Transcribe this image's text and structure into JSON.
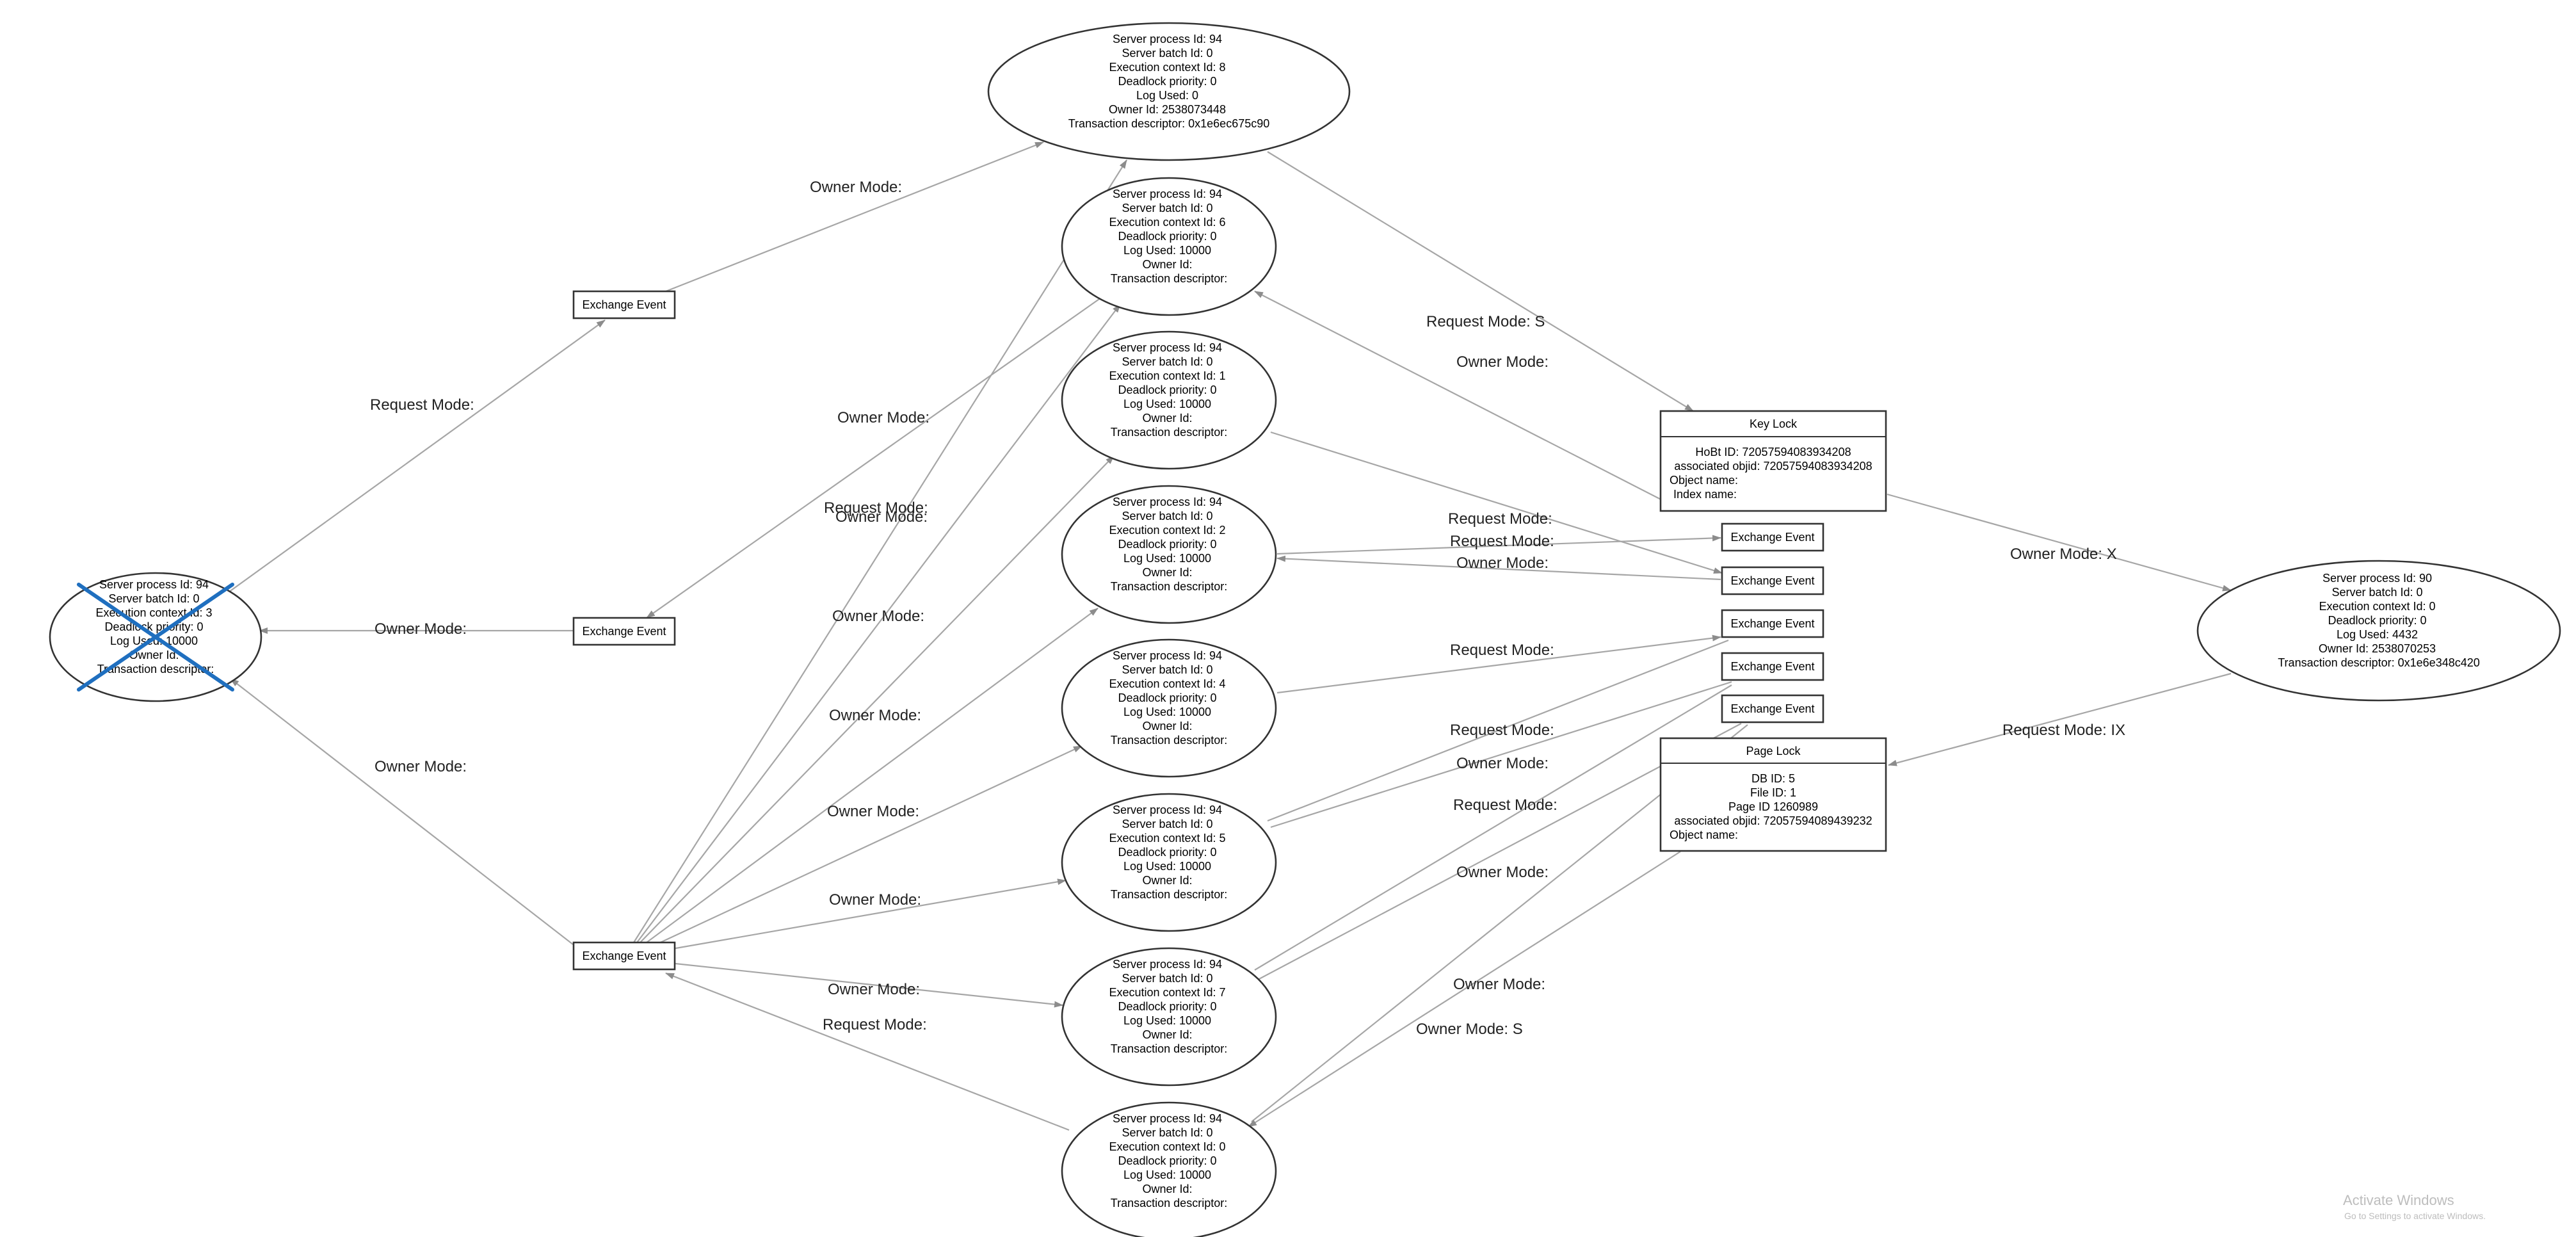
{
  "processes": [
    {
      "id": "p_ctx3",
      "victim": true,
      "lines": [
        "Server process Id: 94",
        "Server batch Id: 0",
        "Execution context Id: 3",
        "Deadlock priority: 0",
        "Log Used: 10000",
        "Owner Id:",
        "Transaction descriptor:"
      ]
    },
    {
      "id": "p_ctx8",
      "lines": [
        "Server process Id: 94",
        "Server batch Id: 0",
        "Execution context Id: 8",
        "Deadlock priority: 0",
        "Log Used: 0",
        "Owner Id: 2538073448",
        "Transaction descriptor: 0x1e6ec675c90"
      ]
    },
    {
      "id": "p_ctx6",
      "lines": [
        "Server process Id: 94",
        "Server batch Id: 0",
        "Execution context Id: 6",
        "Deadlock priority: 0",
        "Log Used: 10000",
        "Owner Id:",
        "Transaction descriptor:"
      ]
    },
    {
      "id": "p_ctx1",
      "lines": [
        "Server process Id: 94",
        "Server batch Id: 0",
        "Execution context Id: 1",
        "Deadlock priority: 0",
        "Log Used: 10000",
        "Owner Id:",
        "Transaction descriptor:"
      ]
    },
    {
      "id": "p_ctx2",
      "lines": [
        "Server process Id: 94",
        "Server batch Id: 0",
        "Execution context Id: 2",
        "Deadlock priority: 0",
        "Log Used: 10000",
        "Owner Id:",
        "Transaction descriptor:"
      ]
    },
    {
      "id": "p_ctx4",
      "lines": [
        "Server process Id: 94",
        "Server batch Id: 0",
        "Execution context Id: 4",
        "Deadlock priority: 0",
        "Log Used: 10000",
        "Owner Id:",
        "Transaction descriptor:"
      ]
    },
    {
      "id": "p_ctx5",
      "lines": [
        "Server process Id: 94",
        "Server batch Id: 0",
        "Execution context Id: 5",
        "Deadlock priority: 0",
        "Log Used: 10000",
        "Owner Id:",
        "Transaction descriptor:"
      ]
    },
    {
      "id": "p_ctx7",
      "lines": [
        "Server process Id: 94",
        "Server batch Id: 0",
        "Execution context Id: 7",
        "Deadlock priority: 0",
        "Log Used: 10000",
        "Owner Id:",
        "Transaction descriptor:"
      ]
    },
    {
      "id": "p_ctx0",
      "lines": [
        "Server process Id: 94",
        "Server batch Id: 0",
        "Execution context Id: 0",
        "Deadlock priority: 0",
        "Log Used: 10000",
        "Owner Id:",
        "Transaction descriptor:"
      ]
    },
    {
      "id": "p_spid90",
      "lines": [
        "Server process Id: 90",
        "Server batch Id: 0",
        "Execution context Id: 0",
        "Deadlock priority: 0",
        "Log Used: 4432",
        "Owner Id: 2538070253",
        "Transaction descriptor: 0x1e6e348c420"
      ]
    }
  ],
  "exchange_events": [
    {
      "id": "ex_top",
      "label": "Exchange Event"
    },
    {
      "id": "ex_mid",
      "label": "Exchange Event"
    },
    {
      "id": "ex_bot",
      "label": "Exchange Event"
    },
    {
      "id": "ex_r1",
      "label": "Exchange Event"
    },
    {
      "id": "ex_r2",
      "label": "Exchange Event"
    },
    {
      "id": "ex_r3",
      "label": "Exchange Event"
    },
    {
      "id": "ex_r4",
      "label": "Exchange Event"
    },
    {
      "id": "ex_r5",
      "label": "Exchange Event"
    }
  ],
  "locks": [
    {
      "id": "key_lock",
      "title": "Key Lock",
      "lines": [
        "HoBt ID: 72057594083934208",
        "associated objid: 72057594083934208",
        "Object name:",
        "Index name:"
      ]
    },
    {
      "id": "page_lock",
      "title": "Page Lock",
      "lines": [
        "DB ID: 5",
        "File ID: 1",
        "Page ID 1260989",
        "associated objid: 72057594089439232",
        "Object name:"
      ]
    }
  ],
  "edge_labels": [
    {
      "id": "l1",
      "text": "Owner Mode:"
    },
    {
      "id": "l2",
      "text": "Request Mode:"
    },
    {
      "id": "l3",
      "text": "Owner Mode:"
    },
    {
      "id": "l4",
      "text": "Owner Mode:"
    },
    {
      "id": "l5",
      "text": "Owner Mode:"
    },
    {
      "id": "l6",
      "text": "Request Mode:"
    },
    {
      "id": "l7",
      "text": "Owner Mode:"
    },
    {
      "id": "l8",
      "text": "Owner Mode:"
    },
    {
      "id": "l9",
      "text": "Owner Mode:"
    },
    {
      "id": "l10",
      "text": "Owner Mode:"
    },
    {
      "id": "l11",
      "text": "Owner Mode:"
    },
    {
      "id": "l12",
      "text": "Owner Mode:"
    },
    {
      "id": "l13",
      "text": "Request Mode:"
    },
    {
      "id": "l14",
      "text": "Request Mode: S"
    },
    {
      "id": "l15",
      "text": "Owner Mode:"
    },
    {
      "id": "l16",
      "text": "Request Mode:"
    },
    {
      "id": "l17",
      "text": "Request Mode:"
    },
    {
      "id": "l18",
      "text": "Owner Mode:"
    },
    {
      "id": "l19",
      "text": "Request Mode:"
    },
    {
      "id": "l20",
      "text": "Request Mode:"
    },
    {
      "id": "l21",
      "text": "Owner Mode:"
    },
    {
      "id": "l22",
      "text": "Request Mode:"
    },
    {
      "id": "l23",
      "text": "Owner Mode:"
    },
    {
      "id": "l24",
      "text": "Owner Mode:"
    },
    {
      "id": "l25",
      "text": "Owner Mode: S"
    },
    {
      "id": "l26",
      "text": "Owner Mode: X"
    },
    {
      "id": "l27",
      "text": "Request Mode: IX"
    }
  ],
  "watermark": {
    "title": "Activate Windows",
    "subtitle": "Go to Settings to activate Windows."
  }
}
